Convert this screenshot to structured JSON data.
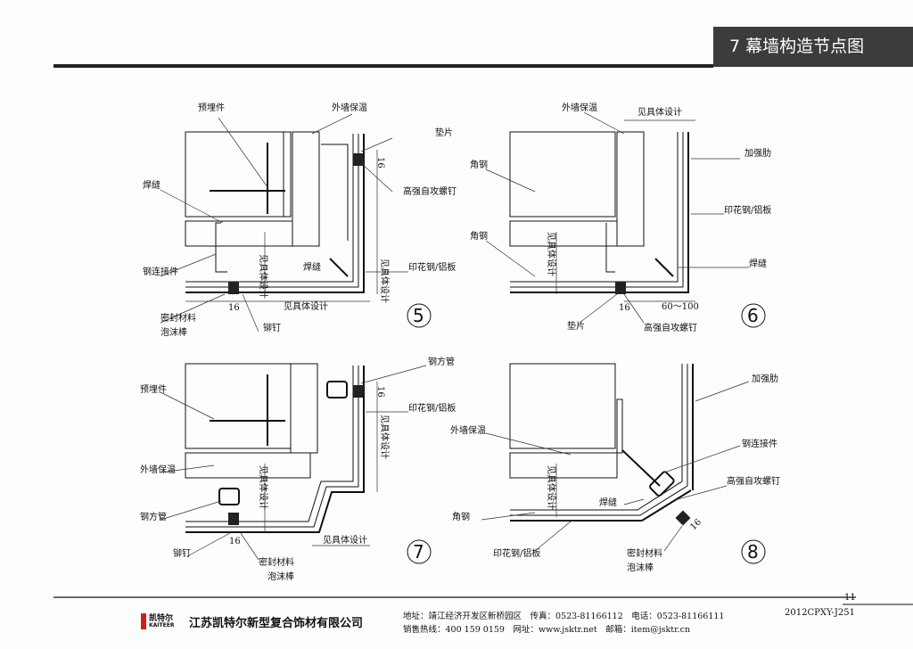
{
  "header": {
    "title": "7 幕墙构造节点图"
  },
  "details": {
    "d5": {
      "number": "5",
      "labels": {
        "embedded": "预埋件",
        "insulation": "外墙保温",
        "shim": "垫片",
        "weld1": "焊缝",
        "screw": "高强自攻螺钉",
        "design_v1": "见具体设计",
        "design_v2": "见具体设计",
        "connector": "钢连接件",
        "weld2": "焊缝",
        "panel": "印花钢/铝板",
        "dim16a": "16",
        "dim16b": "16",
        "design_h": "见具体设计",
        "sealant": "密封材料",
        "foam": "泡沫棒",
        "rivet": "铆钉"
      }
    },
    "d6": {
      "number": "6",
      "labels": {
        "insulation": "外墙保温",
        "design_top": "见具体设计",
        "rib": "加强肋",
        "angle1": "角钢",
        "panel": "印花钢/铝板",
        "angle2": "角钢",
        "weld": "焊缝",
        "design_v": "见具体设计",
        "dim16": "16",
        "dim60": "60～100",
        "shim": "垫片",
        "screw": "高强自攻螺钉"
      }
    },
    "d7": {
      "number": "7",
      "labels": {
        "tube1": "钢方管",
        "embedded": "预埋件",
        "dim16a": "16",
        "panel": "印花钢/铝板",
        "design_v1": "见具体设计",
        "insulation": "外墙保温",
        "design_v2": "见具体设计",
        "tube2": "钢方管",
        "design_h": "见具体设计",
        "dim16b": "16",
        "rivet": "铆钉",
        "sealant": "密封材料",
        "foam": "泡沫棒"
      }
    },
    "d8": {
      "number": "8",
      "labels": {
        "rib": "加强肋",
        "insulation": "外墙保温",
        "connector": "钢连接件",
        "screw": "高强自攻螺钉",
        "weld": "焊缝",
        "design_v": "见具体设计",
        "angle": "角钢",
        "dim16": "16",
        "panel": "印花钢/铝板",
        "sealant": "密封材料",
        "foam": "泡沫棒"
      }
    }
  },
  "footer": {
    "page": "11",
    "code": "2012CPXY-J251",
    "logo_cn": "凯特尔",
    "logo_en": "KAITEER",
    "company": "江苏凯特尔新型复合饰材有限公司",
    "address": "地址：靖江经济开发区新桥园区　传真：0523-81166112　电话：0523-81166111",
    "contact": "销售热线：400 159 0159　网址：www.jsktr.net　邮箱：item@jsktr.cn"
  }
}
